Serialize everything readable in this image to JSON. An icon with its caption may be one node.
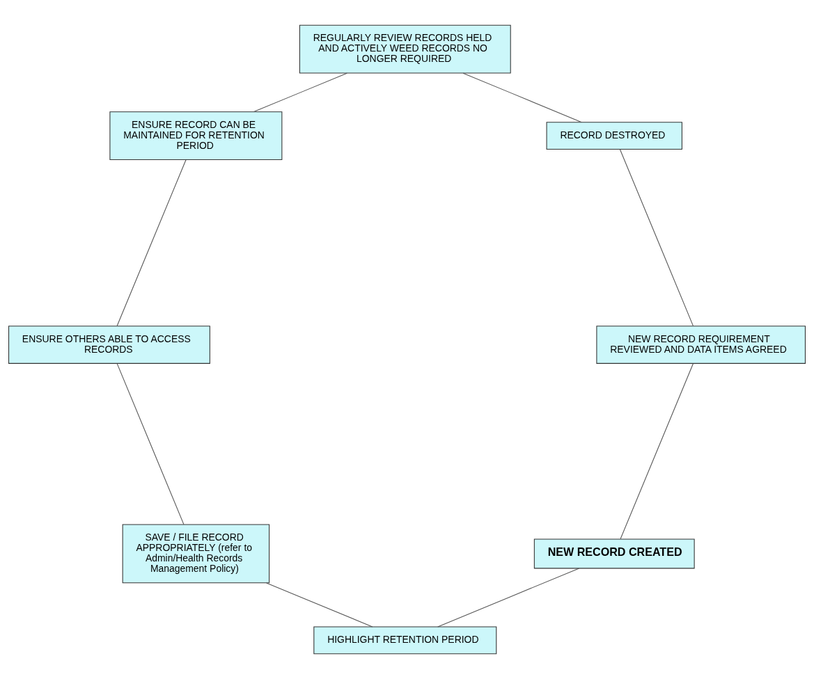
{
  "diagram": {
    "nodes": [
      {
        "text": [
          "NEW RECORD CREATED"
        ]
      },
      {
        "text": [
          "NEW RECORD REQUIREMENT REVIEWED AND DATA ITEMS AGREED"
        ]
      },
      {
        "text": [
          "HIGHLIGHT RETENTION PERIOD"
        ]
      },
      {
        "text": [
          "RECORD DESTROYED"
        ]
      },
      {
        "text": [
          "SAVE / FILE RECORD APPROPRIATELY (refer to Admin/Health Records Management Policy)"
        ]
      },
      {
        "text": [
          "REGULARLY REVIEW RECORDS HELD AND ACTIVELY WEED RECORDS NO LONGER REQUIRED"
        ]
      },
      {
        "text": [
          "ENSURE OTHERS ABLE TO ACCESS RECORDS"
        ]
      },
      {
        "text": [
          "ENSURE RECORD CAN BE MAINTAINED FOR RETENTION PERIOD"
        ]
      }
    ],
    "edges": [
      {
        "from": 0,
        "to": 2,
        "arrow": "none"
      },
      {
        "from": 2,
        "to": 4,
        "arrow": "none"
      },
      {
        "from": 4,
        "to": 6,
        "arrow": "none"
      },
      {
        "from": 6,
        "to": 7,
        "arrow": "none"
      },
      {
        "from": 7,
        "to": 5,
        "arrow": "none"
      },
      {
        "from": 5,
        "to": 3,
        "arrow": "none"
      },
      {
        "from": 3,
        "to": 1,
        "arrow": "none"
      },
      {
        "from": 1,
        "to": 0,
        "arrow": "none"
      }
    ]
  }
}
